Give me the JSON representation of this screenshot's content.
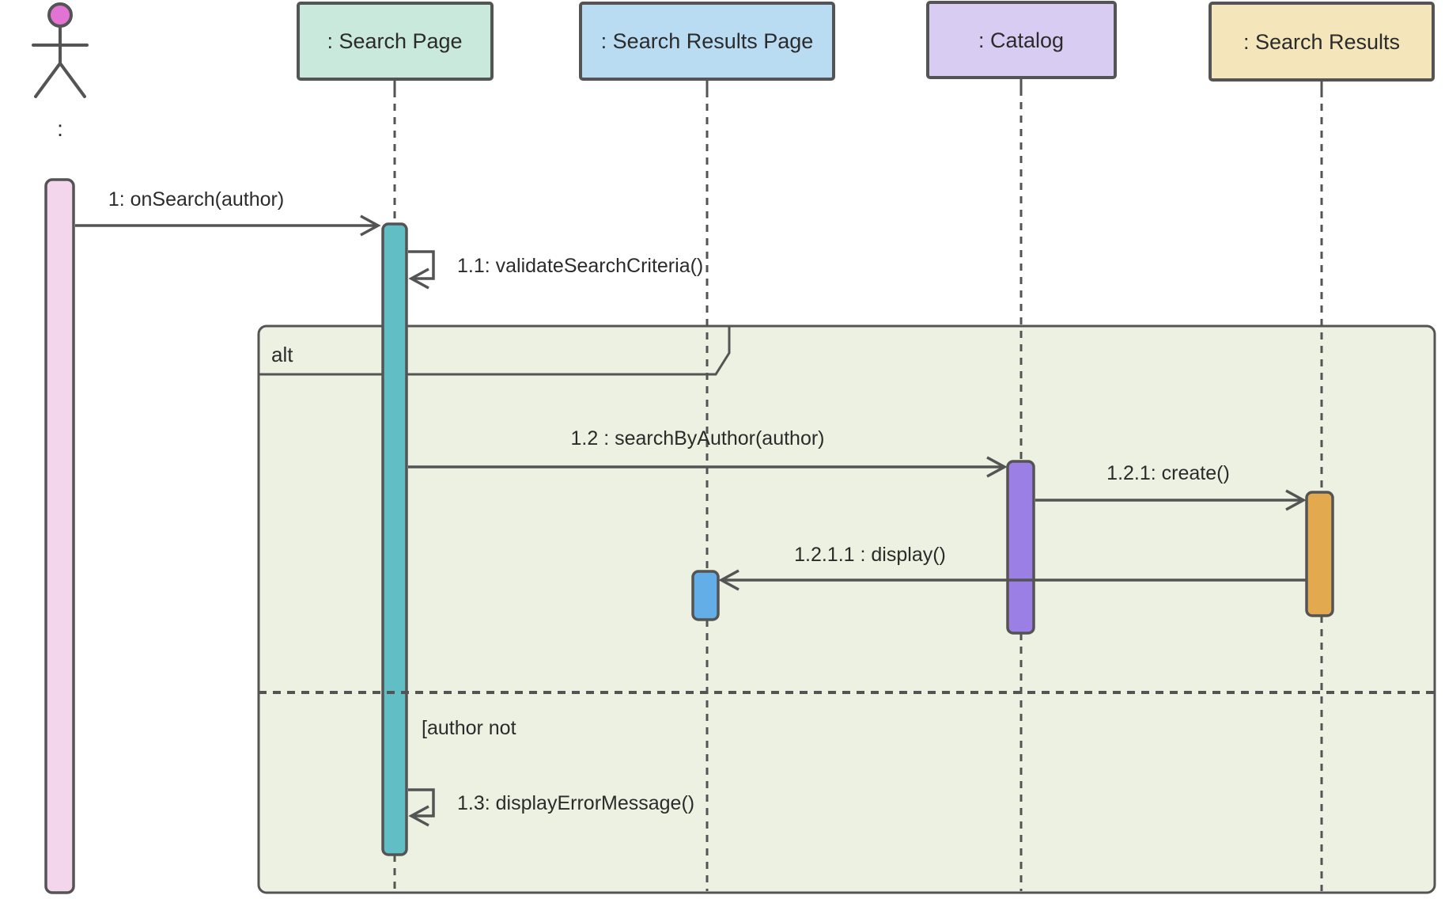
{
  "diagram_type": "UML sequence diagram",
  "colors": {
    "stroke": "#545454",
    "text": "#2b2b2b",
    "frame_fill": "#edf1e2",
    "search_page_fill": "#c9e9dd",
    "search_results_page_fill": "#badcf2",
    "catalog_fill": "#d8ccf2",
    "search_results_fill": "#f4e6ba",
    "actor_head_fill": "#e273d5",
    "user_activation_fill": "#f3d6ec",
    "search_page_activation_fill": "#60bec4",
    "catalog_activation_fill": "#9c7fe4",
    "search_results_activation_fill": "#e2a94f",
    "results_page_activation_fill": "#64aee8"
  },
  "actor": {
    "label": ":"
  },
  "participants": [
    {
      "label": ": Search Page"
    },
    {
      "label": ": Search Results Page"
    },
    {
      "label": ": Catalog"
    },
    {
      "label": ": Search Results"
    }
  ],
  "fragment": {
    "operator": "alt",
    "guard": "[author not"
  },
  "messages": {
    "m1": "1: onSearch(author)",
    "m1_1": "1.1: validateSearchCriteria()",
    "m1_2": "1.2 : searchByAuthor(author)",
    "m1_2_1": "1.2.1: create()",
    "m1_2_1_1": "1.2.1.1 : display()",
    "m1_3": "1.3: displayErrorMessage()"
  }
}
